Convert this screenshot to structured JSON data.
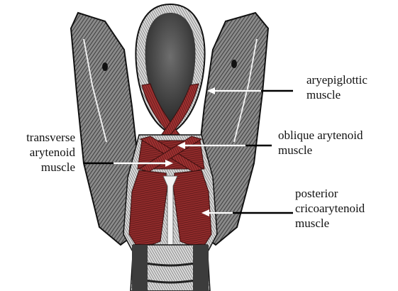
{
  "labels": {
    "aryepiglottic": [
      "aryepiglottic",
      "muscle"
    ],
    "oblique": [
      "oblique arytenoid",
      "muscle"
    ],
    "transverse": [
      "transverse",
      "arytenoid",
      "muscle"
    ],
    "posterior": [
      "posterior",
      "cricoarytenoid",
      "muscle"
    ]
  },
  "colors": {
    "muscle": "#8e2a2a",
    "cartilage": "#5c5c5c",
    "ink": "#111111",
    "arrow": "#ffffff",
    "leader": "#000000"
  }
}
